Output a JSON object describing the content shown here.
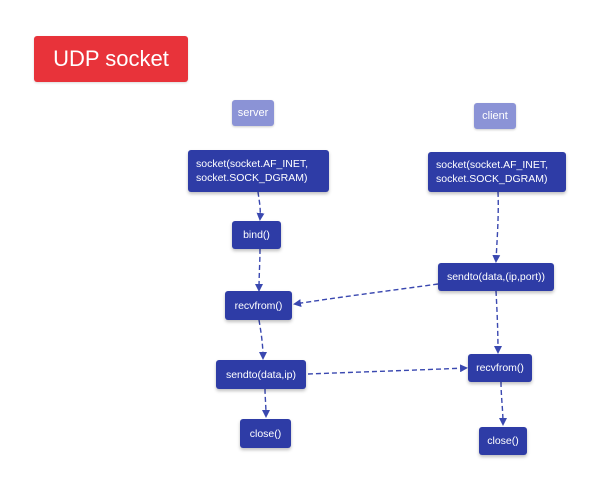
{
  "title": "UDP socket",
  "roles": {
    "server": "server",
    "client": "client"
  },
  "server": {
    "socket": "socket(socket.AF_INET,\nsocket.SOCK_DGRAM)",
    "bind": "bind()",
    "recvfrom": "recvfrom()",
    "sendto": "sendto(data,ip)",
    "close": "close()"
  },
  "client": {
    "socket": "socket(socket.AF_INET,\nsocket.SOCK_DGRAM)",
    "sendto": "sendto(data,(ip,port))",
    "recvfrom": "recvfrom()",
    "close": "close()"
  },
  "colors": {
    "title_bg": "#e8333a",
    "role_bg": "#8b93d6",
    "node_bg": "#2e3ca6",
    "arrow": "#3a48b0"
  }
}
